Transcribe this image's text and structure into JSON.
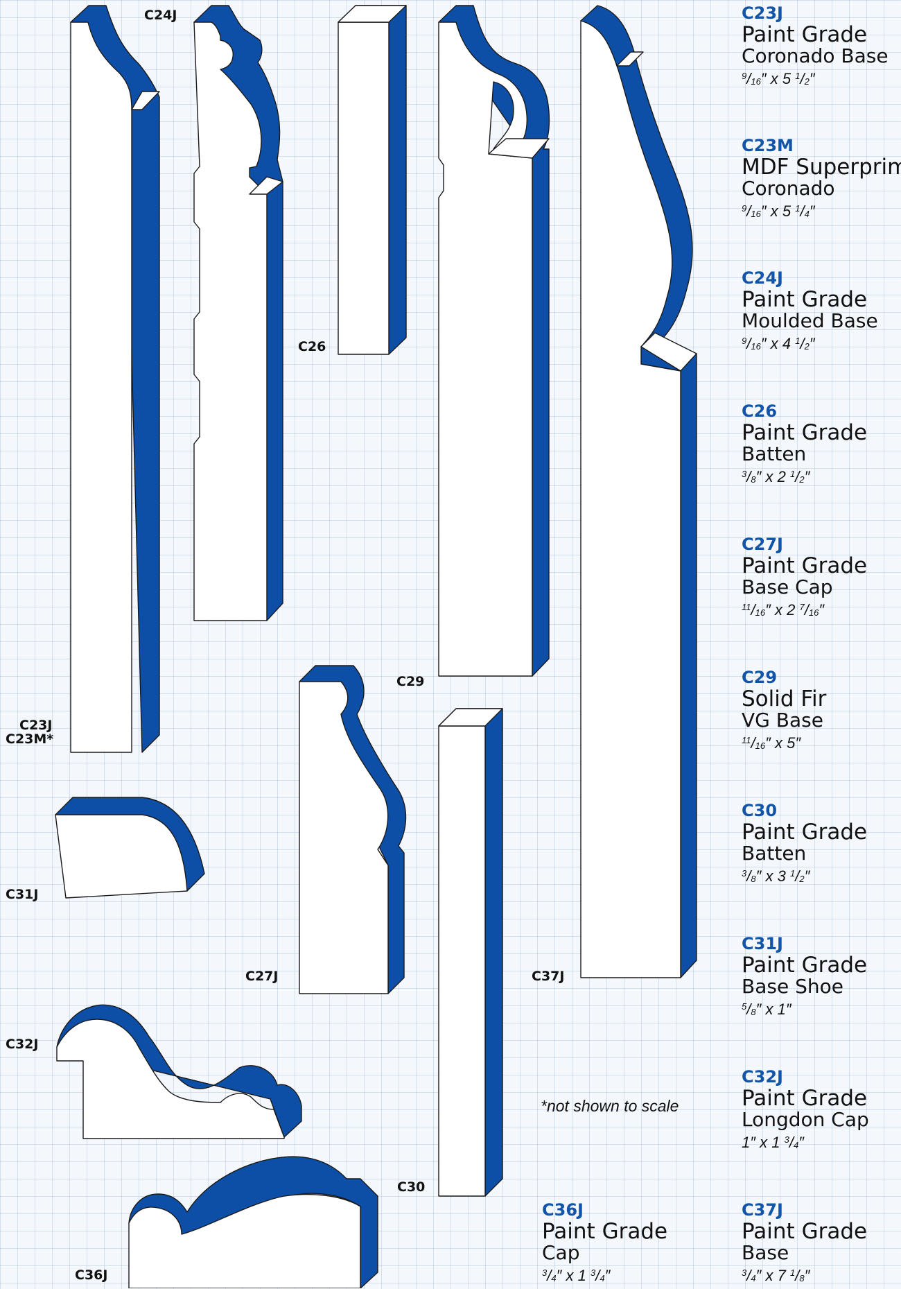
{
  "theme": {
    "accent": "#0d4fa6",
    "code_color": "#1255a8",
    "grid_color": "#c9d6ea"
  },
  "profile_tags": {
    "c24j": "C24J",
    "c26": "C26",
    "c29": "C29",
    "c23j": "C23J",
    "c23m_star": "C23M*",
    "c31j": "C31J",
    "c27j": "C27J",
    "c37j": "C37J",
    "c32j": "C32J",
    "c30": "C30",
    "c36j": "C36J"
  },
  "specs": [
    {
      "code": "C23J",
      "grade": "Paint Grade",
      "name": "Coronado Base",
      "size": {
        "w_n": "9",
        "w_d": "16",
        "w_whole": "",
        "h_whole": "5",
        "h_n": "1",
        "h_d": "2"
      }
    },
    {
      "code": "C23M",
      "grade": "MDF Superprime",
      "name": "Coronado",
      "size": {
        "w_n": "9",
        "w_d": "16",
        "w_whole": "",
        "h_whole": "5",
        "h_n": "1",
        "h_d": "4"
      }
    },
    {
      "code": "C24J",
      "grade": "Paint Grade",
      "name": "Moulded Base",
      "size": {
        "w_n": "9",
        "w_d": "16",
        "w_whole": "",
        "h_whole": "4",
        "h_n": "1",
        "h_d": "2"
      }
    },
    {
      "code": "C26",
      "grade": "Paint Grade",
      "name": "Batten",
      "size": {
        "w_n": "3",
        "w_d": "8",
        "w_whole": "",
        "h_whole": "2",
        "h_n": "1",
        "h_d": "2"
      }
    },
    {
      "code": "C27J",
      "grade": "Paint Grade",
      "name": "Base Cap",
      "size": {
        "w_n": "11",
        "w_d": "16",
        "w_whole": "",
        "h_whole": "2",
        "h_n": "7",
        "h_d": "16"
      }
    },
    {
      "code": "C29",
      "grade": "Solid Fir",
      "name": "VG Base",
      "size": {
        "w_n": "11",
        "w_d": "16",
        "w_whole": "",
        "h_whole": "5",
        "h_n": "",
        "h_d": ""
      }
    },
    {
      "code": "C30",
      "grade": "Paint Grade",
      "name": "Batten",
      "size": {
        "w_n": "3",
        "w_d": "8",
        "w_whole": "",
        "h_whole": "3",
        "h_n": "1",
        "h_d": "2"
      }
    },
    {
      "code": "C31J",
      "grade": "Paint Grade",
      "name": "Base Shoe",
      "size": {
        "w_n": "5",
        "w_d": "8",
        "w_whole": "",
        "h_whole": "1",
        "h_n": "",
        "h_d": ""
      }
    },
    {
      "code": "C32J",
      "grade": "Paint Grade",
      "name": "Longdon Cap",
      "size": {
        "w_n": "",
        "w_d": "",
        "w_whole": "1",
        "h_whole": "1",
        "h_n": "3",
        "h_d": "4"
      }
    },
    {
      "code": "C37J",
      "grade": "Paint Grade",
      "name": "Base",
      "size": {
        "w_n": "3",
        "w_d": "4",
        "w_whole": "",
        "h_whole": "7",
        "h_n": "1",
        "h_d": "8"
      }
    }
  ],
  "spec_c36j": {
    "code": "C36J",
    "grade": "Paint Grade",
    "name": "Cap",
    "size": {
      "w_n": "3",
      "w_d": "4",
      "w_whole": "",
      "h_whole": "1",
      "h_n": "3",
      "h_d": "4"
    }
  },
  "footnote": "*not shown to scale"
}
